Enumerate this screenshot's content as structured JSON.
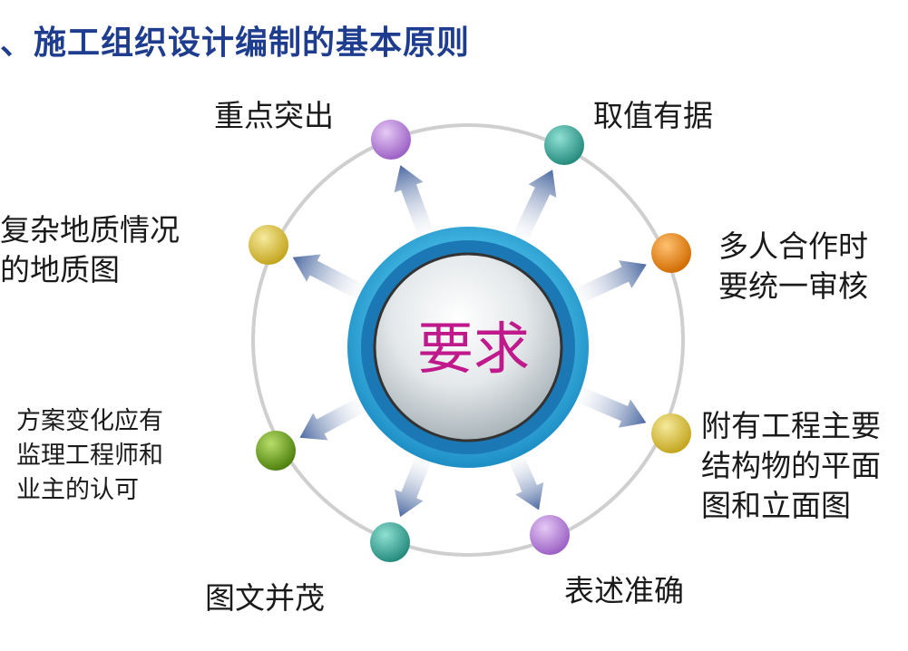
{
  "title": "、施工组织设计编制的基本原则",
  "center_label": "要求",
  "colors": {
    "title": "#1f3d8f",
    "center_text": "#c0198c",
    "ring": "#c8c8c8",
    "arrow": "#5a78a8",
    "purple": "#b57ed6",
    "teal": "#3aa89a",
    "orange": "#ef8a0c",
    "yellow": "#dcc43a",
    "green": "#6a9e1e"
  },
  "nodes": [
    {
      "id": "zhongdian",
      "lines": [
        "重点突出"
      ],
      "color": "purple"
    },
    {
      "id": "quzhi",
      "lines": [
        "取值有据"
      ],
      "color": "teal"
    },
    {
      "id": "duoren",
      "lines": [
        "多人合作时",
        "要统一审核"
      ],
      "color": "orange"
    },
    {
      "id": "fuyou",
      "lines": [
        "附有工程主要",
        "结构物的平面",
        "图和立面图"
      ],
      "color": "yellow"
    },
    {
      "id": "biaoshu",
      "lines": [
        "表述准确"
      ],
      "color": "purple"
    },
    {
      "id": "tuwen",
      "lines": [
        "图文并茂"
      ],
      "color": "teal"
    },
    {
      "id": "fangan",
      "lines": [
        "方案变化应有",
        "监理工程师和",
        "业主的认可"
      ],
      "color": "green"
    },
    {
      "id": "fuza",
      "lines": [
        "复杂地质情况",
        "的地质图"
      ],
      "color": "yellow"
    }
  ]
}
